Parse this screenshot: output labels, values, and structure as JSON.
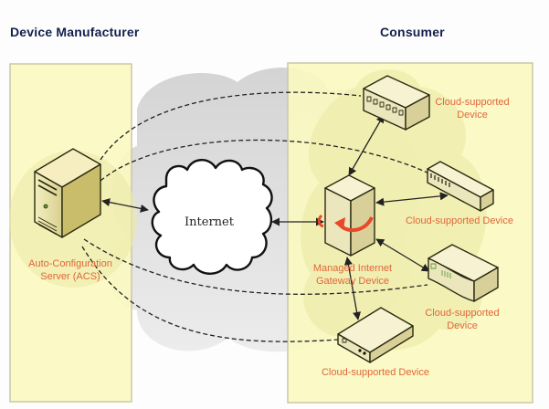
{
  "headings": {
    "left": "Device Manufacturer",
    "right": "Consumer"
  },
  "nodes": {
    "acs": {
      "line1": "Auto-Configuration",
      "line2": "Server (ACS)",
      "icon": "server-tower-icon"
    },
    "internet": {
      "label": "Internet",
      "icon": "cloud-icon"
    },
    "gateway": {
      "line1": "Managed Internet",
      "line2": "Gateway Device",
      "icon": "gateway-icon"
    },
    "device_hub": {
      "line1": "Cloud-supported",
      "line2": "Device",
      "icon": "network-hub-icon"
    },
    "device_switch": {
      "label": "Cloud-supported Device",
      "icon": "network-switch-icon"
    },
    "device_router": {
      "line1": "Cloud-supported",
      "line2": "Device",
      "icon": "router-icon"
    },
    "device_modem": {
      "label": "Cloud-supported Device",
      "icon": "modem-box-icon"
    }
  },
  "colors": {
    "panel_fill": "#fbf8c0",
    "panel_border": "#c9c7a8",
    "label": "#e0663a",
    "heading": "#13204d",
    "gateway_arrow": "#e8472a"
  }
}
